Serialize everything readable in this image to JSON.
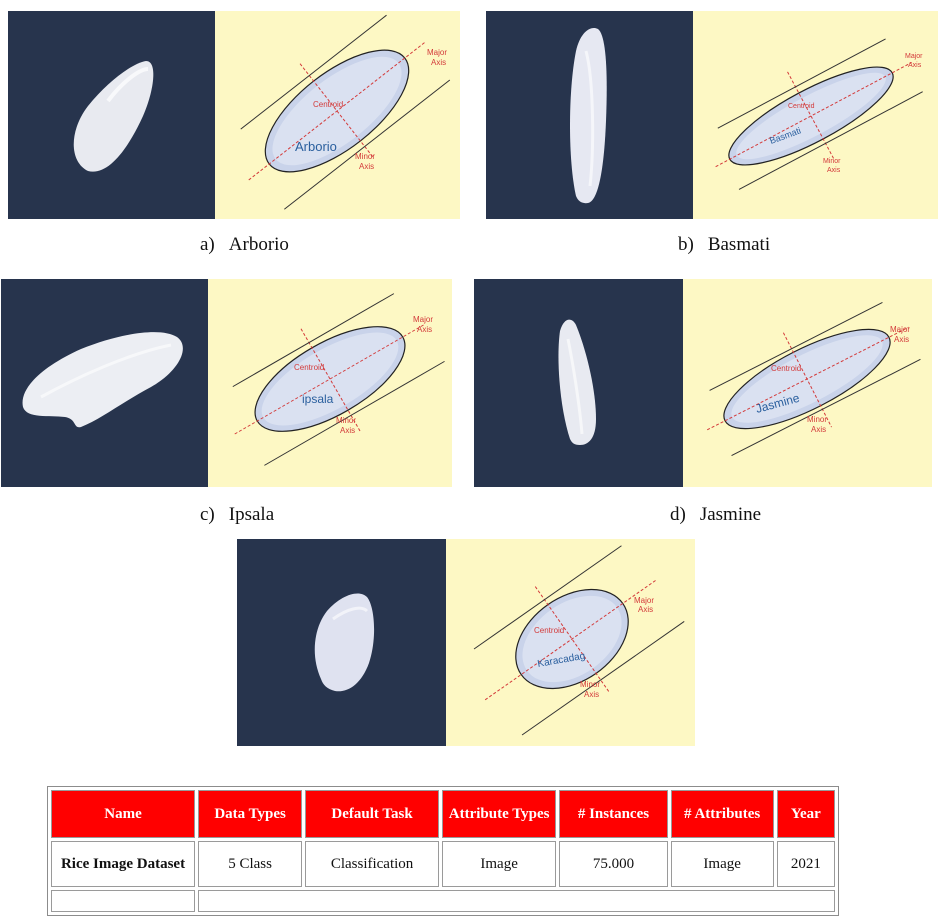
{
  "panels": [
    {
      "letter": "a)",
      "name": "Arborio",
      "grain": "Arborio",
      "labels": {
        "centroid": "Centroid",
        "major": [
          "Major",
          "Axis"
        ],
        "minor": [
          "Minor",
          "Axis"
        ]
      }
    },
    {
      "letter": "b)",
      "name": "Basmati",
      "grain": "Basmati",
      "labels": {
        "centroid": "Centroid",
        "major": [
          "Major",
          "Axis"
        ],
        "minor": [
          "Minor",
          "Axis"
        ]
      }
    },
    {
      "letter": "c)",
      "name": "Ipsala",
      "grain": "ipsala",
      "labels": {
        "centroid": "Centroid",
        "major": [
          "Major",
          "Axis"
        ],
        "minor": [
          "Minor",
          "Axis"
        ]
      }
    },
    {
      "letter": "d)",
      "name": "Jasmine",
      "grain": "Jasmine",
      "labels": {
        "centroid": "Centroid",
        "major": [
          "Major",
          "Axis"
        ],
        "minor": [
          "Minor",
          "Axis"
        ]
      }
    },
    {
      "letter": "",
      "name": "",
      "grain": "Karacadag",
      "labels": {
        "centroid": "Centroid",
        "major": [
          "Major",
          "Axis"
        ],
        "minor": [
          "Minor",
          "Axis"
        ]
      }
    }
  ],
  "table": {
    "headers": [
      "Name",
      "Data Types",
      "Default Task",
      "Attribute Types",
      "# Instances",
      "# Attributes",
      "Year"
    ],
    "rows": [
      [
        "Rice Image Dataset",
        "5 Class",
        "Classification",
        "Image",
        "75.000",
        "Image",
        "2021"
      ]
    ]
  },
  "colors": {
    "dark_panel": "#27344d",
    "light_panel": "#fdf8c4",
    "header_red": "#ff0000",
    "axis_red": "#d33a3a",
    "grain_label_blue": "#2a5f9e"
  }
}
